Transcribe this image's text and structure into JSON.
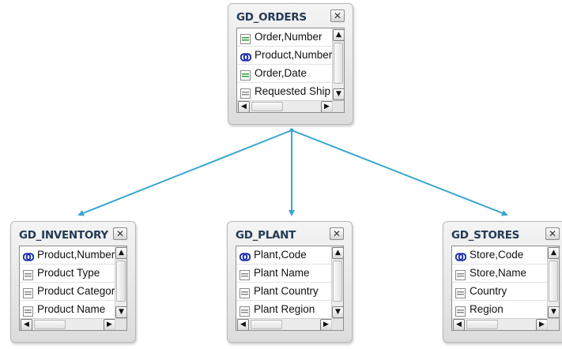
{
  "colors": {
    "connector": "#3aa6cf",
    "join_icon": "#1c2fa8",
    "title_text": "#243a55"
  },
  "tables": [
    {
      "id": "orders",
      "title": "GD_ORDERS",
      "close_label": "✕",
      "fields": [
        {
          "label": "Order,Number",
          "icon": "key-column-icon"
        },
        {
          "label": "Product,Number",
          "icon": "join-column-icon"
        },
        {
          "label": "Order,Date",
          "icon": "key-column-icon"
        },
        {
          "label": "Requested Ship Date",
          "icon": "column-icon"
        }
      ]
    },
    {
      "id": "inventory",
      "title": "GD_INVENTORY",
      "close_label": "✕",
      "fields": [
        {
          "label": "Product,Number",
          "icon": "join-column-icon"
        },
        {
          "label": "Product Type",
          "icon": "column-icon"
        },
        {
          "label": "Product Category",
          "icon": "column-icon"
        },
        {
          "label": "Product Name",
          "icon": "column-icon"
        }
      ]
    },
    {
      "id": "plant",
      "title": "GD_PLANT",
      "close_label": "✕",
      "fields": [
        {
          "label": "Plant,Code",
          "icon": "join-column-icon"
        },
        {
          "label": "Plant Name",
          "icon": "column-icon"
        },
        {
          "label": "Plant Country",
          "icon": "column-icon"
        },
        {
          "label": "Plant Region",
          "icon": "column-icon"
        }
      ]
    },
    {
      "id": "stores",
      "title": "GD_STORES",
      "close_label": "✕",
      "fields": [
        {
          "label": "Store,Code",
          "icon": "join-column-icon"
        },
        {
          "label": "Store,Name",
          "icon": "column-icon"
        },
        {
          "label": "Country",
          "icon": "column-icon"
        },
        {
          "label": "Region",
          "icon": "column-icon"
        }
      ]
    }
  ],
  "links": [
    {
      "from": "orders",
      "to": "inventory"
    },
    {
      "from": "orders",
      "to": "plant"
    },
    {
      "from": "orders",
      "to": "stores"
    }
  ],
  "scroll_glyphs": {
    "up": "▲",
    "down": "▼",
    "left": "◀",
    "right": "▶"
  }
}
